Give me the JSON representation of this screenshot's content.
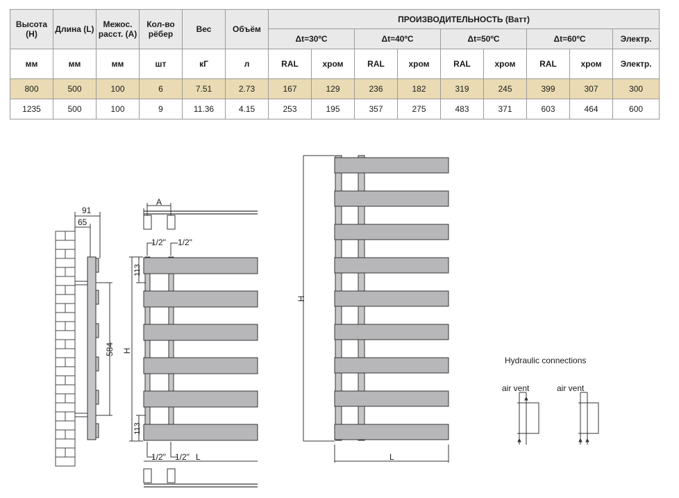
{
  "table": {
    "headers": {
      "height": "Высота (H)",
      "length": "Длина (L)",
      "spacing": "Межос. расст. (A)",
      "sections": "Кол-во рёбер",
      "weight": "Вес",
      "volume": "Объём",
      "performance": "ПРОИЗВОДИТЕЛЬНОСТЬ (Ватт)",
      "dt30": "Δt=30ºC",
      "dt40": "Δt=40ºC",
      "dt50": "Δt=50ºC",
      "dt60": "Δt=60ºC",
      "electric": "Электр."
    },
    "units": [
      "мм",
      "мм",
      "мм",
      "шт",
      "кГ",
      "л",
      "RAL",
      "хром",
      "RAL",
      "хром",
      "RAL",
      "хром",
      "RAL",
      "хром",
      "Электр."
    ],
    "rows": [
      [
        "800",
        "500",
        "100",
        "6",
        "7.51",
        "2.73",
        "167",
        "129",
        "236",
        "182",
        "319",
        "245",
        "399",
        "307",
        "300"
      ],
      [
        "1235",
        "500",
        "100",
        "9",
        "11.36",
        "4.15",
        "253",
        "195",
        "357",
        "275",
        "483",
        "371",
        "603",
        "464",
        "600"
      ]
    ]
  },
  "drawing": {
    "dim_91": "91",
    "dim_65": "65",
    "dim_584": "584",
    "dim_113": "113",
    "dim_A": "A",
    "dim_H": "H",
    "dim_L": "L",
    "pipe_size": "1/2\"",
    "hydraulic_title": "Hydraulic connections",
    "air_vent": "air vent"
  },
  "colors": {
    "bar_fill": "#b7b7b9",
    "header_bg": "#e9e9e9",
    "highlight_row": "#eadbb4"
  }
}
